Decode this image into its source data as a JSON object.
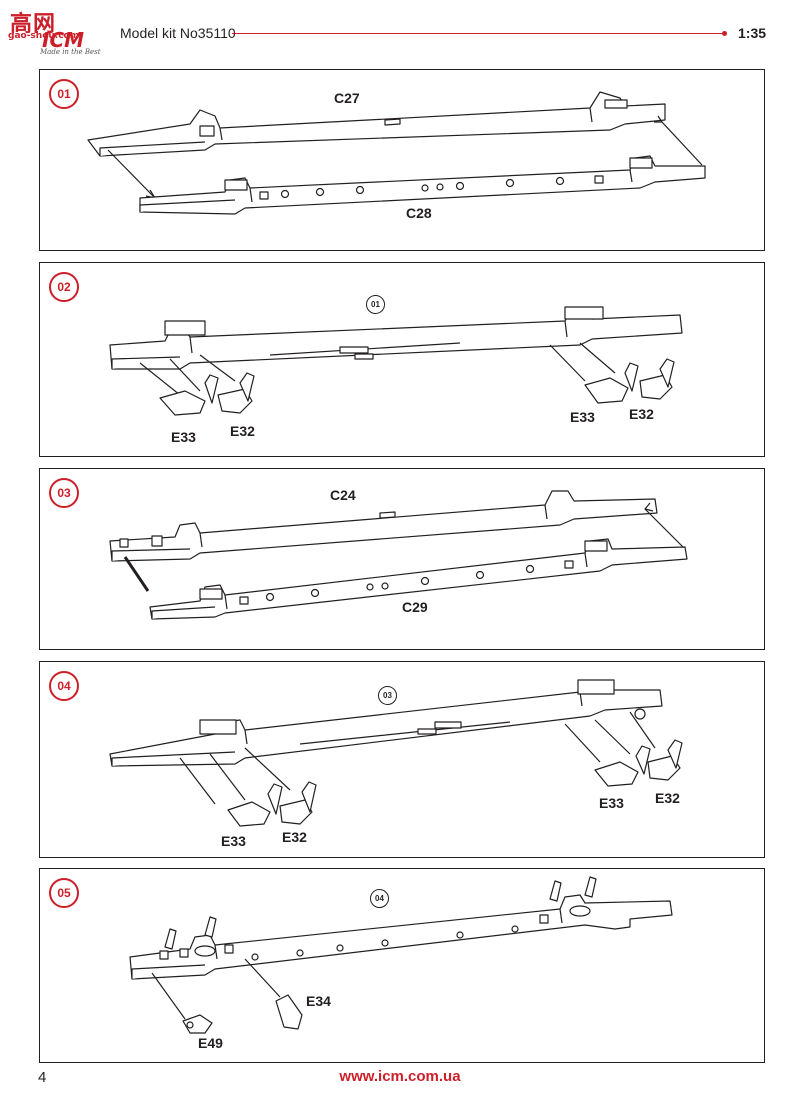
{
  "header": {
    "logo_cn": "高网",
    "logo_url": "gao-shou.com",
    "logo_brand": "ICM",
    "logo_tagline": "Made in the Best",
    "kit_title": "Model kit No35110",
    "scale": "1:35"
  },
  "steps": [
    {
      "number": "01",
      "labels": [
        "C27",
        "C28"
      ]
    },
    {
      "number": "02",
      "ref": "01",
      "labels": [
        "E33",
        "E32",
        "E33",
        "E32"
      ]
    },
    {
      "number": "03",
      "labels": [
        "C24",
        "C29"
      ]
    },
    {
      "number": "04",
      "ref": "03",
      "labels": [
        "E33",
        "E32",
        "E33",
        "E32"
      ]
    },
    {
      "number": "05",
      "ref": "04",
      "labels": [
        "E34",
        "E49"
      ]
    }
  ],
  "footer": {
    "page_number": "4",
    "website": "www.icm.com.ua"
  },
  "colors": {
    "accent": "#cc1f29",
    "ink": "#231f20"
  }
}
